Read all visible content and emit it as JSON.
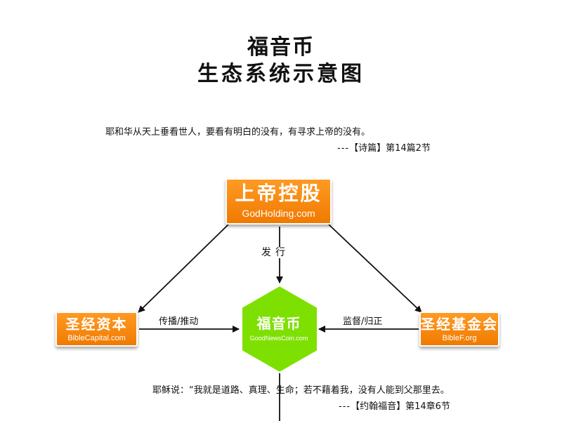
{
  "title": {
    "line1": "福音币",
    "line2": "生态系统示意图"
  },
  "quote_top": {
    "text": "耶和华从天上垂看世人，要看有明白的没有，有寻求上帝的没有。",
    "dash": "---",
    "source": "【诗篇】第14篇2节"
  },
  "nodes": {
    "god_holding": {
      "name": "上帝控股",
      "url": "GodHolding.com"
    },
    "bible_capital": {
      "name": "圣经资本",
      "url": "BibleCapital.com"
    },
    "bible_foundation": {
      "name": "圣经基金会",
      "url": "BibleF.org"
    },
    "good_news_coin": {
      "name": "福音币",
      "url": "GoodNewsCoin.com"
    }
  },
  "edges": {
    "issue": "发行",
    "spread": "传播/推动",
    "supervise": "监督/归正"
  },
  "quote_bottom": {
    "text": "耶稣说：“我就是道路、真理、生命；若不藉着我，没有人能到父那里去。",
    "dash": "---",
    "source": "【约翰福音】第14章6节"
  },
  "colors": {
    "orange": "#f5840c",
    "green": "#7ee000",
    "arrow": "#111111"
  }
}
